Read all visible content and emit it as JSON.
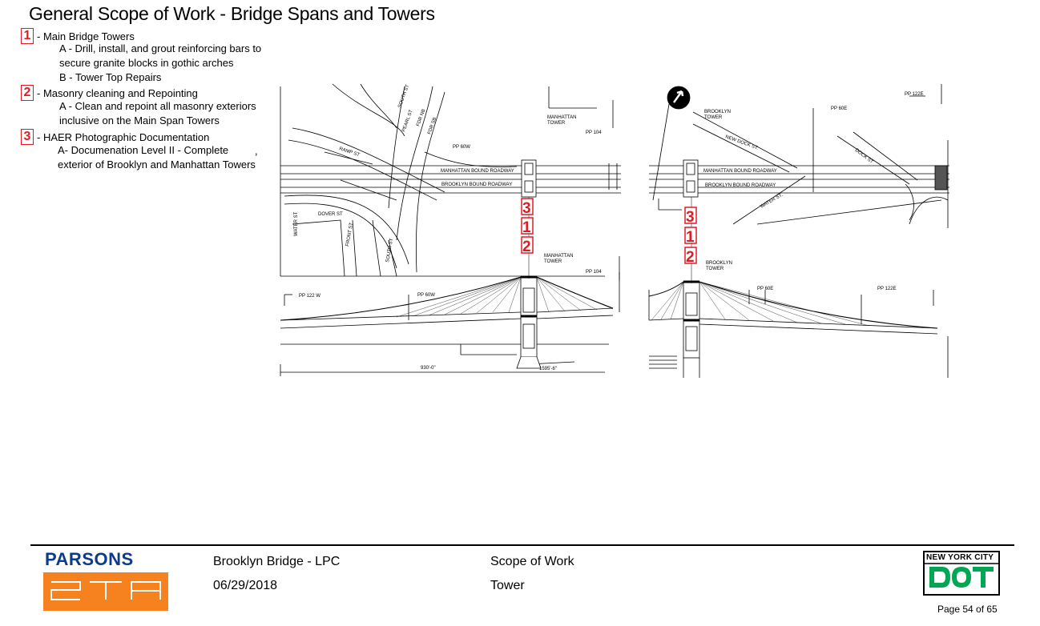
{
  "title": "General Scope of Work - Bridge Spans and Towers",
  "legend": [
    {
      "num": "1",
      "label": "- Main Bridge Towers",
      "subs": [
        "A - Drill, install, and grout reinforcing bars to",
        "secure granite blocks in gothic arches",
        "B - Tower Top Repairs"
      ]
    },
    {
      "num": "2",
      "label": "- Masonry cleaning and Repointing",
      "subs": [
        "A - Clean and repoint all masonry exteriors",
        "inclusive on the Main  Span Towers"
      ]
    },
    {
      "num": "3",
      "label": "- HAER Photographic Documentation",
      "subs": [
        "A- Documenation Level II - Complete",
        "exterior of Brooklyn and Manhattan Towers"
      ]
    }
  ],
  "stray_mark": ",",
  "drawing": {
    "streets": [
      "SOUTH ST",
      "PEARL ST",
      "FDR NB",
      "FDR SB",
      "RAMP ST",
      "DOVER ST",
      "WATER ST",
      "FRONT ST",
      "SOUTH ST"
    ],
    "pp_labels": [
      "PP 60W",
      "PP 104",
      "PP 122E",
      "PP 60E",
      "PP 122 W",
      "PP 60W",
      "PP 104",
      "PP 60E",
      "PP 122E"
    ],
    "roadways": [
      "MANHATTAN BOUND ROADWAY",
      "BROOKLYN BOUND ROADWAY"
    ],
    "towers": [
      "MANHATTAN",
      "TOWER",
      "BROOKLYN",
      "TOWER"
    ],
    "east_streets": [
      "NEW DOCK ST.",
      "DOCK ST",
      "WATER ST."
    ],
    "dimensions": [
      "930'-0\"",
      "1595'-6\""
    ],
    "callouts_left": [
      "3",
      "1",
      "2"
    ],
    "callouts_right": [
      "3",
      "1",
      "2"
    ]
  },
  "footer": {
    "company": "PARSONS",
    "project": "Brooklyn Bridge - LPC",
    "date": "06/29/2018",
    "section": "Scope of Work",
    "subsection": "Tower",
    "agency": "NEW YORK CITY",
    "page": "Page 54 of 65"
  },
  "colors": {
    "callout_red": "#e01b24",
    "parsons_blue": "#0b3b8c",
    "sta_orange": "#f5821f",
    "dot_green": "#00a651"
  }
}
